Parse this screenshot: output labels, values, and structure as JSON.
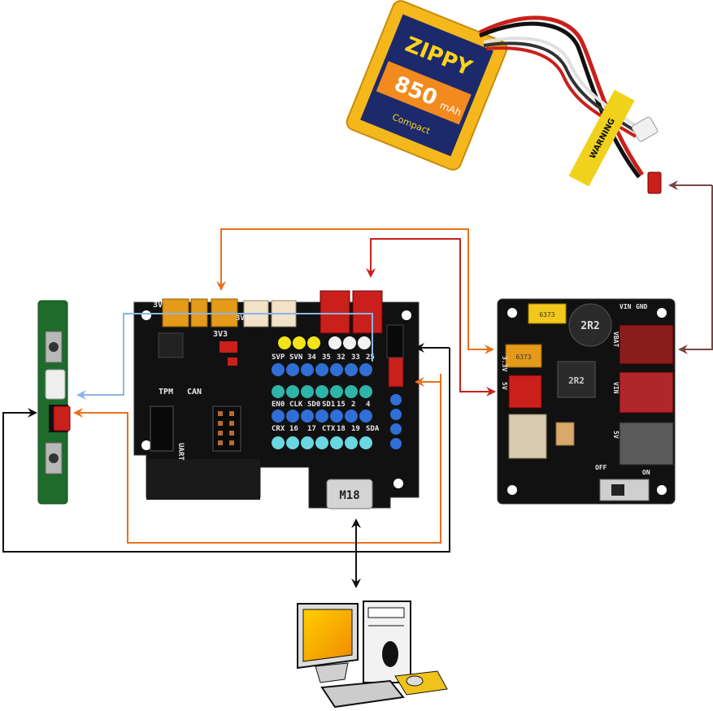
{
  "battery": {
    "brand": "ZIPPY",
    "capacity": "850",
    "unit": "mAh",
    "sticker": "Compact",
    "warning_tag": "WARNING"
  },
  "remote_board": {
    "buttons": [
      "",
      ""
    ]
  },
  "main_board": {
    "top_labels": [
      "3V",
      "3V3",
      "3V3"
    ],
    "connector_labels": [
      "TPM",
      "CAN",
      "UART"
    ],
    "pin_row1": [
      "SVP",
      "SVN",
      "34",
      "35",
      "32",
      "33",
      "25"
    ],
    "pin_row3": [
      "EN0",
      "CLK",
      "SD0",
      "SD1",
      "15",
      "2",
      "4"
    ],
    "pin_row4": [
      "CRX",
      "16",
      "17",
      "CTX",
      "18",
      "19",
      "SDA"
    ],
    "usb_label": "M18"
  },
  "power_board": {
    "labels": [
      "VIN",
      "GND",
      "3.3V",
      "5V",
      "VBAT",
      "VIN",
      "5V",
      "OFF",
      "ON"
    ],
    "inductor_large": "2R2",
    "inductor_small": "2R2",
    "fuse_label": "6373",
    "cap_label": "6373"
  },
  "colors": {
    "orange": "#e9711d",
    "red": "#c9201c",
    "brown": "#7a4545",
    "black": "#111111",
    "blue": "#8ab6e8"
  }
}
